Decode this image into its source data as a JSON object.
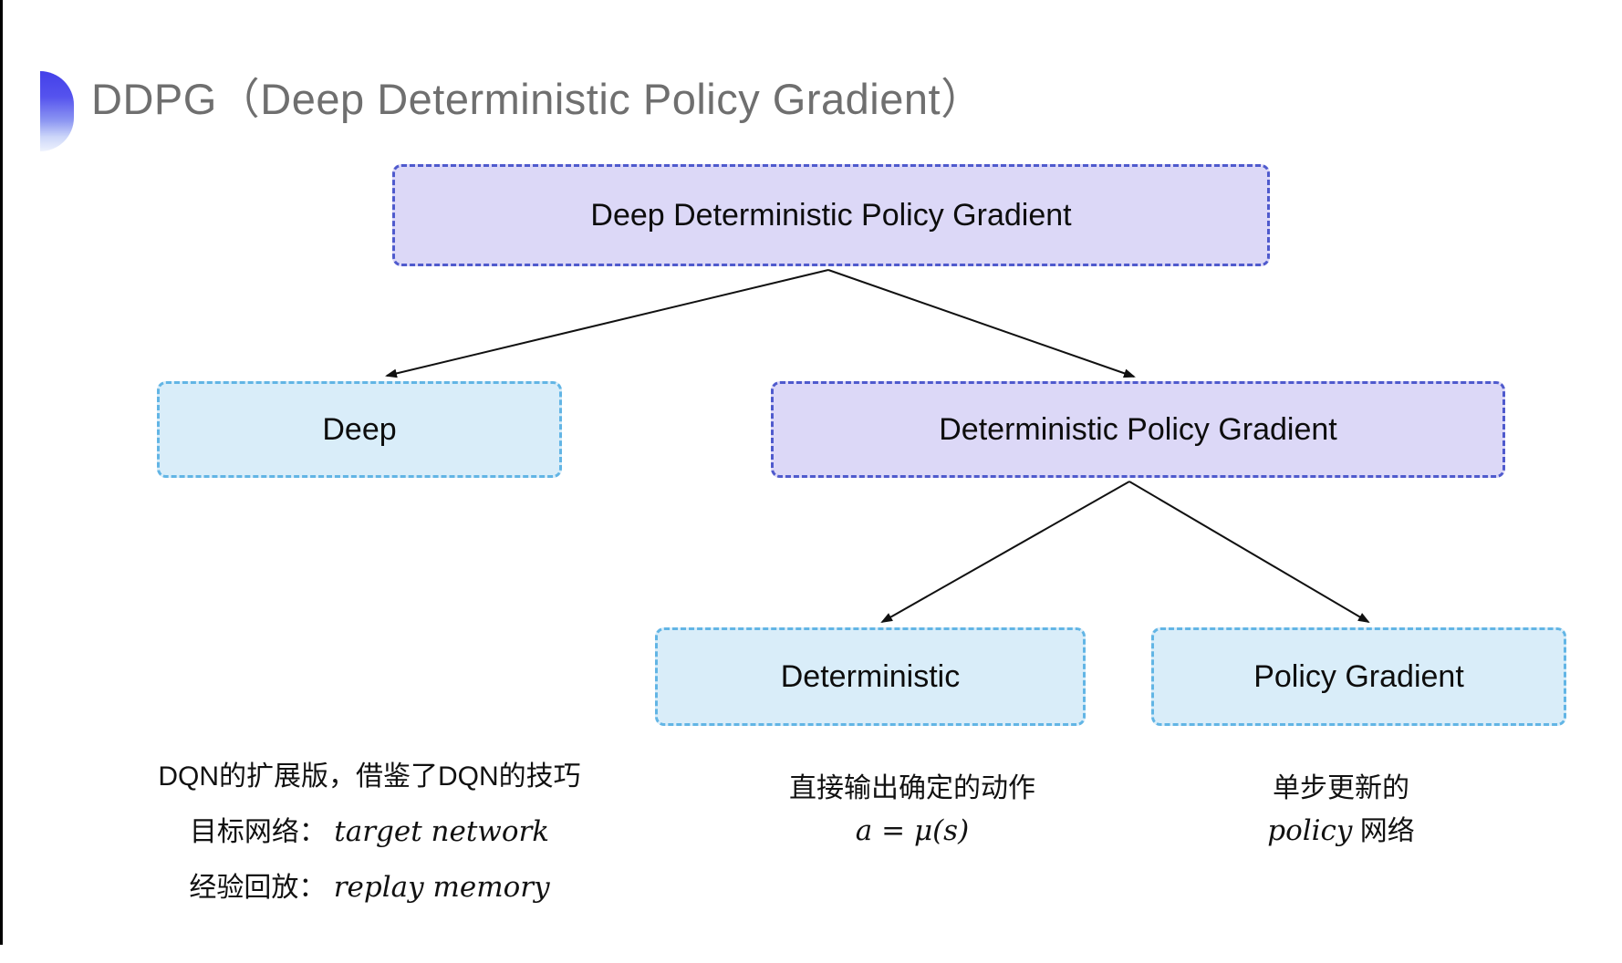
{
  "slide": {
    "title": "DDPG（Deep Deterministic Policy Gradient）"
  },
  "colors": {
    "title_gray": "#6f6f6f",
    "icon_blue_top": "#4340e9",
    "icon_blue_bottom": "#eef2fd",
    "lavender_fill": "#dcd8f7",
    "lavender_border": "#4f5acd",
    "cyan_fill": "#d9edf9",
    "cyan_border": "#62b5e5",
    "arrow_color": "#111111"
  },
  "diagram": {
    "type": "tree",
    "root": {
      "id": "ddpg",
      "label": "Deep Deterministic Policy Gradient",
      "style": "lavender"
    },
    "level2": [
      {
        "id": "deep",
        "label": "Deep",
        "style": "cyan"
      },
      {
        "id": "dpg",
        "label": "Deterministic Policy Gradient",
        "style": "lavender"
      }
    ],
    "level3": [
      {
        "id": "deterministic",
        "label": "Deterministic",
        "style": "cyan"
      },
      {
        "id": "policy-gradient",
        "label": "Policy Gradient",
        "style": "cyan"
      }
    ],
    "edges": [
      [
        "ddpg",
        "deep"
      ],
      [
        "ddpg",
        "dpg"
      ],
      [
        "dpg",
        "deterministic"
      ],
      [
        "dpg",
        "policy-gradient"
      ]
    ]
  },
  "notes": {
    "deep": {
      "line1": "DQN的扩展版，借鉴了DQN的技巧",
      "line2_label": "目标网络：",
      "line2_term": "target network",
      "line3_label": "经验回放：",
      "line3_term": "replay memory"
    },
    "deterministic": {
      "line1": "直接输出确定的动作",
      "formula": "a = μ(s)"
    },
    "policy_gradient": {
      "line1": "单步更新的",
      "term": "policy",
      "suffix": " 网络"
    }
  }
}
